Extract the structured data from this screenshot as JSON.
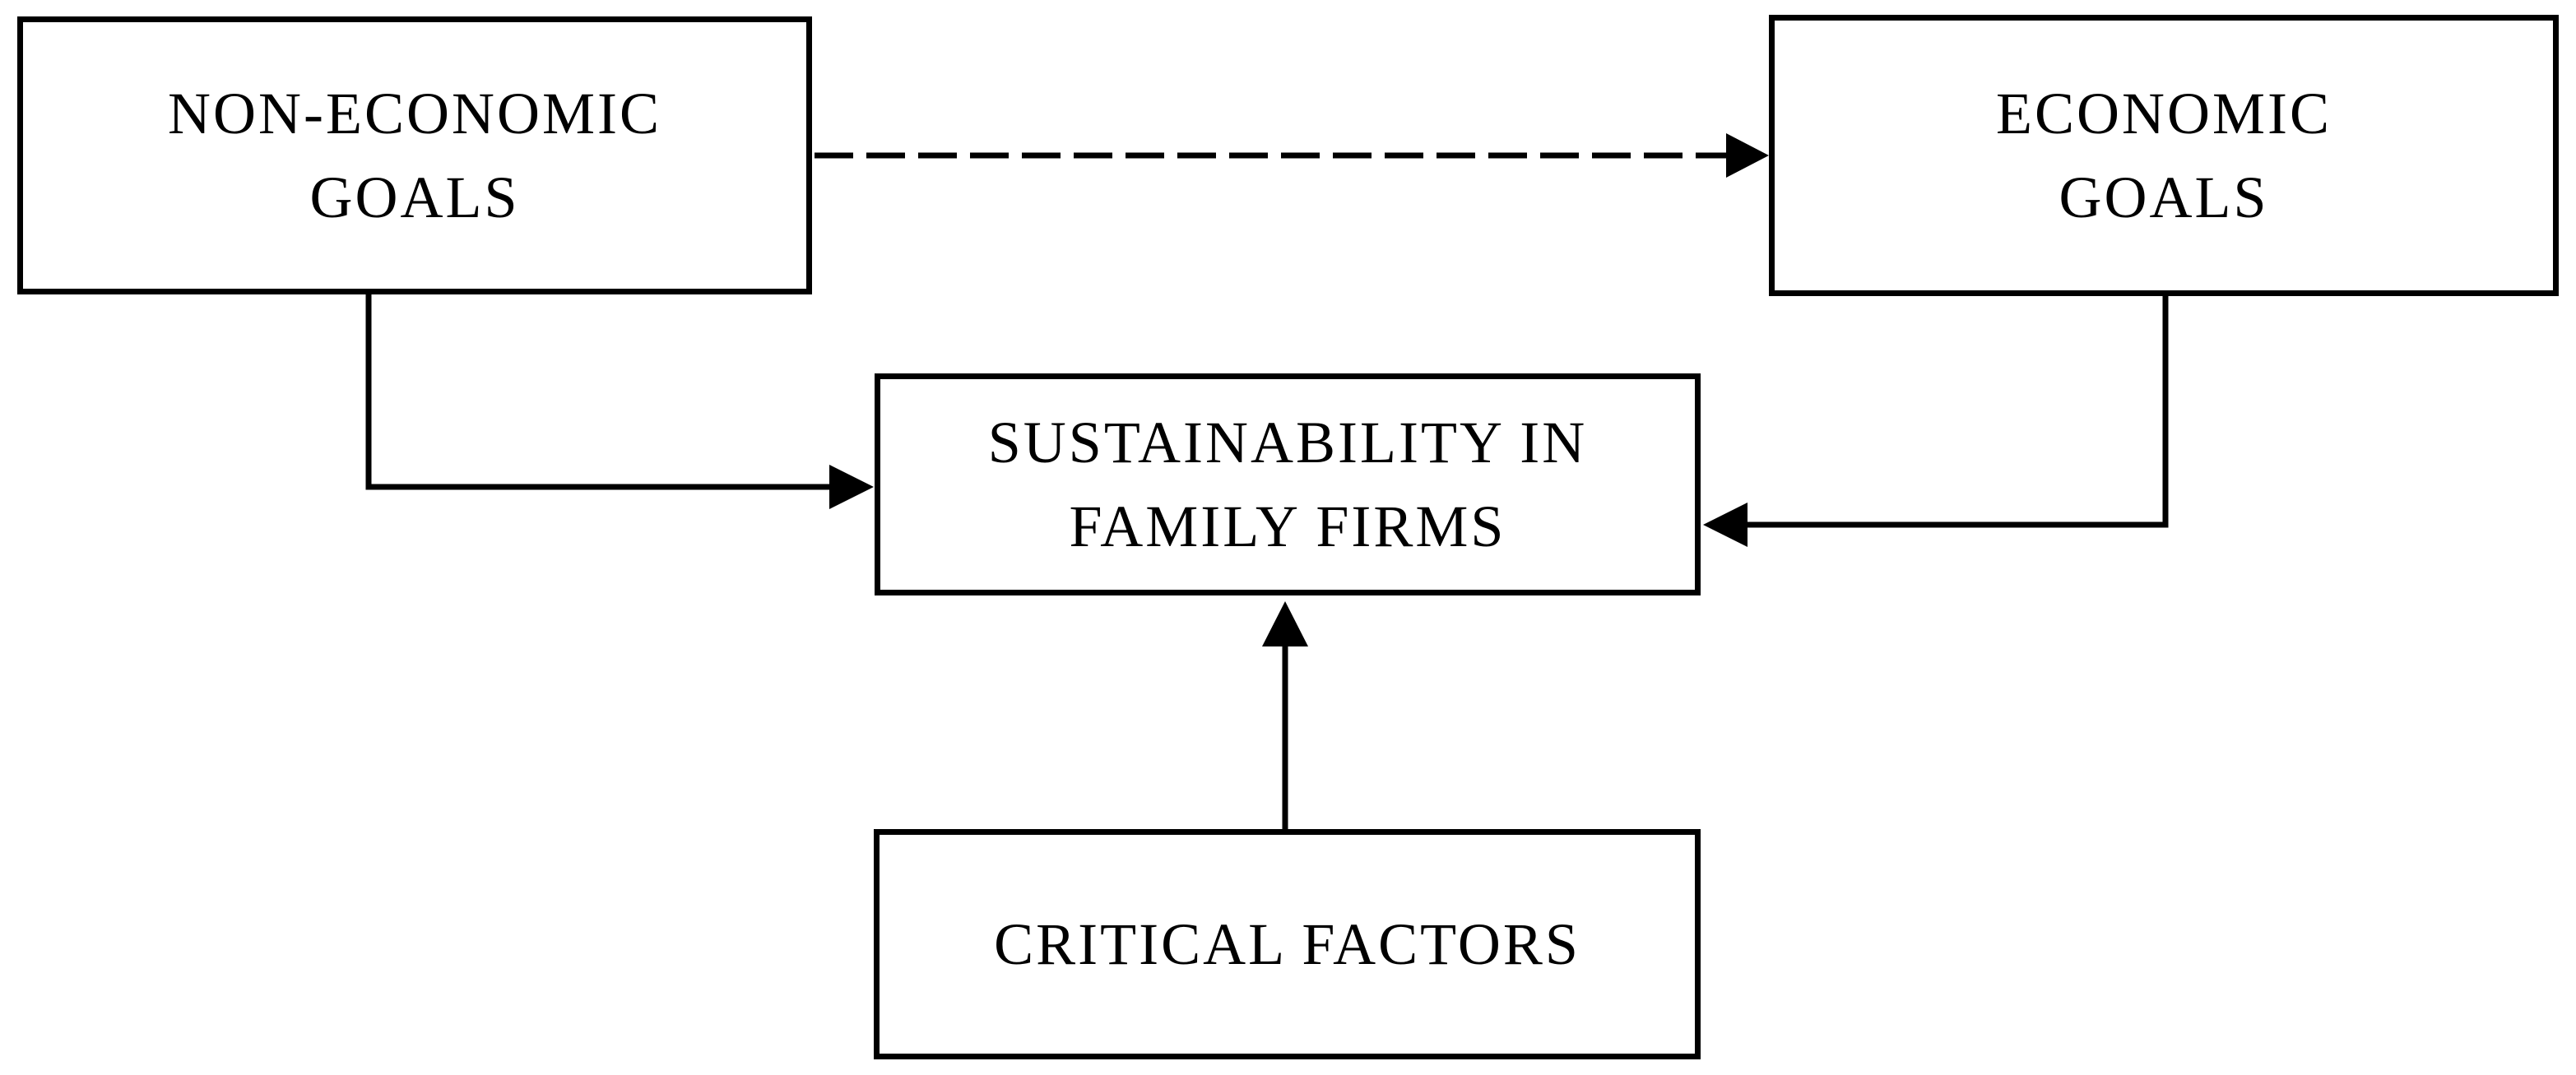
{
  "diagram": {
    "nodes": {
      "non_economic_goals": {
        "label": "NON-ECONOMIC\nGOALS"
      },
      "economic_goals": {
        "label": "ECONOMIC\nGOALS"
      },
      "sustainability_in_family_firms": {
        "label": "SUSTAINABILITY IN\nFAMILY FIRMS"
      },
      "critical_factors": {
        "label": "CRITICAL FACTORS"
      }
    },
    "edges": [
      {
        "from": "non_economic_goals",
        "to": "economic_goals",
        "line_style": "dashed",
        "arrowhead": "filled-triangle"
      },
      {
        "from": "non_economic_goals",
        "to": "sustainability_in_family_firms",
        "line_style": "solid",
        "arrowhead": "filled-triangle"
      },
      {
        "from": "economic_goals",
        "to": "sustainability_in_family_firms",
        "line_style": "solid",
        "arrowhead": "filled-triangle"
      },
      {
        "from": "critical_factors",
        "to": "sustainability_in_family_firms",
        "line_style": "solid",
        "arrowhead": "filled-triangle"
      }
    ],
    "colors": {
      "background": "#ffffff",
      "box_border": "#000000",
      "text": "#000000",
      "arrow": "#000000"
    }
  }
}
